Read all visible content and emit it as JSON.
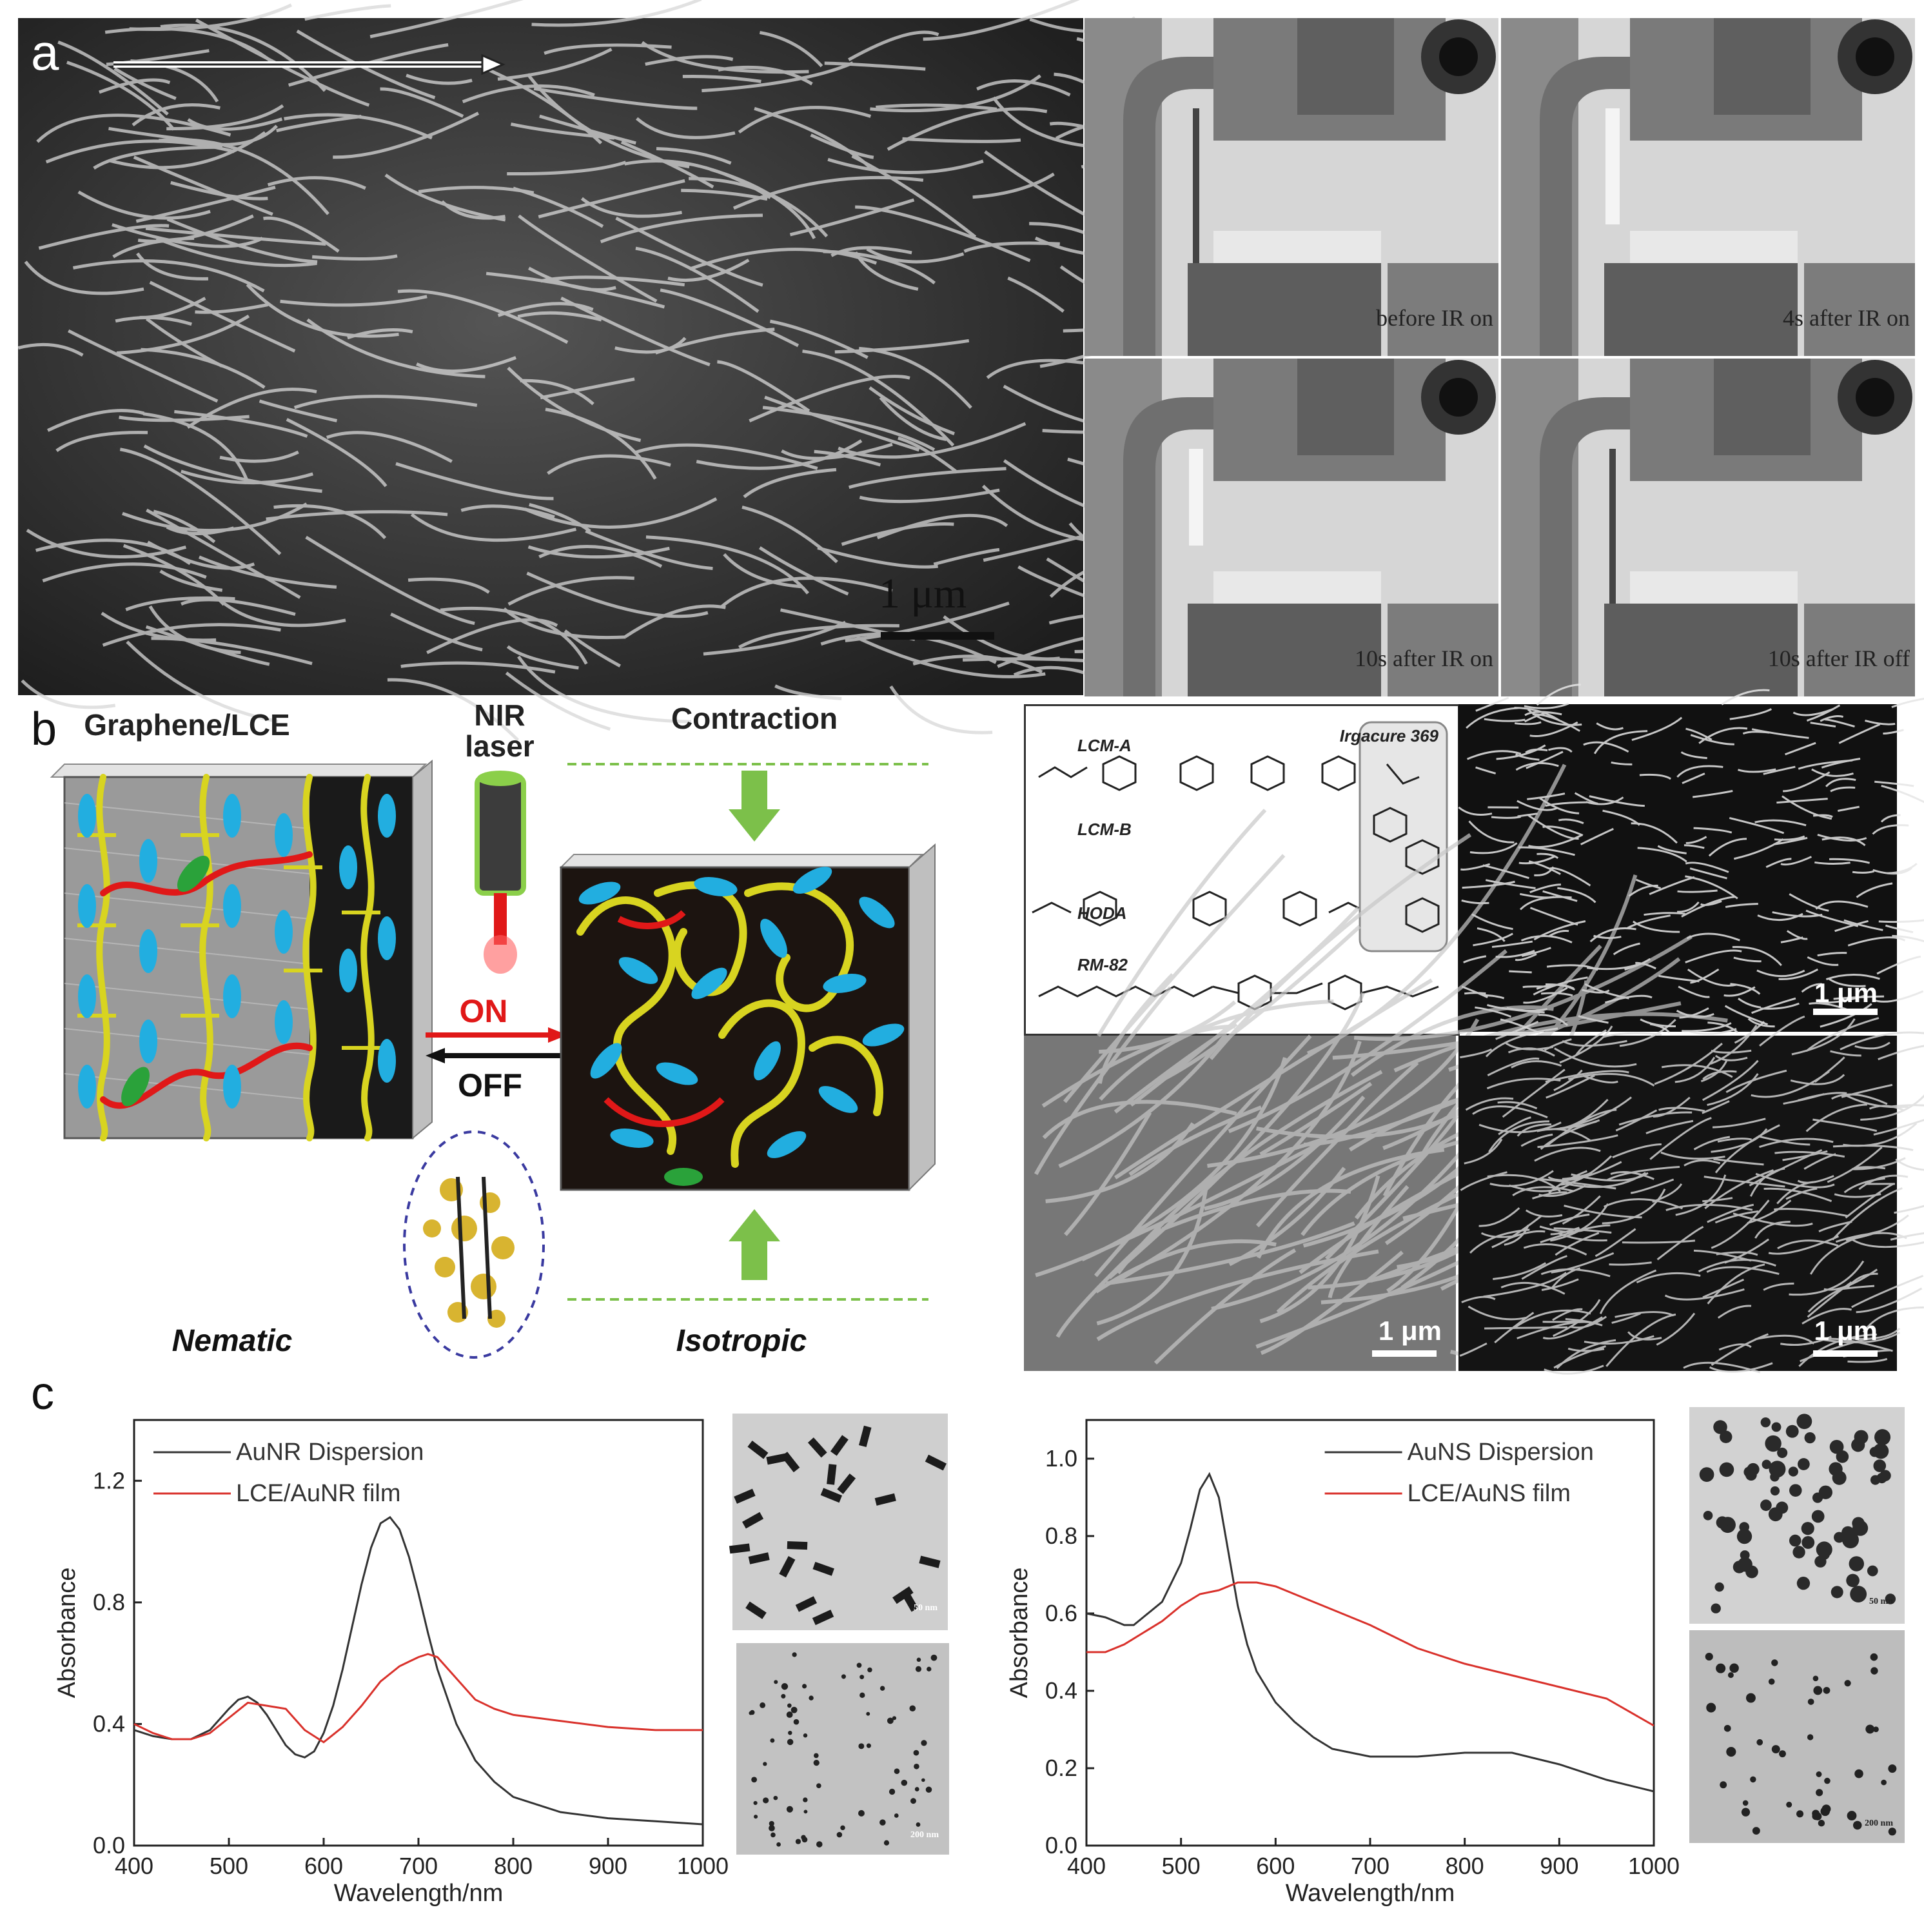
{
  "panel_labels": {
    "a": "a",
    "b": "b",
    "c": "c"
  },
  "panel_a": {
    "sem_scale": "1 μm",
    "photo_captions": [
      "before IR on",
      "4s after IR on",
      "10s after IR on",
      "10s after IR off"
    ]
  },
  "panel_b": {
    "schematic": {
      "title_left": "Graphene/LCE",
      "nir_label_1": "NIR",
      "nir_label_2": "laser",
      "title_right": "Contraction",
      "on_label": "ON",
      "off_label": "OFF",
      "state_left": "Nematic",
      "state_right": "Isotropic"
    },
    "chemistry": {
      "lcm_a": "LCM-A",
      "lcm_b": "LCM-B",
      "hoda": "HODA",
      "rm82": "RM-82",
      "irgacure": "Irgacure 369"
    },
    "sem_scales": [
      "1 μm",
      "1 μm",
      "1 μm"
    ]
  },
  "chart_data": [
    {
      "type": "line",
      "xlabel": "Wavelength/nm",
      "ylabel": "Absorbance",
      "xlim": [
        400,
        1000
      ],
      "ylim": [
        0.0,
        1.4
      ],
      "xticks": [
        400,
        500,
        600,
        700,
        800,
        900,
        1000
      ],
      "yticks": [
        0.0,
        0.4,
        0.8,
        1.2
      ],
      "legend_position": "top-left",
      "series": [
        {
          "name": "AuNR Dispersion",
          "color": "#333333",
          "x": [
            400,
            420,
            440,
            460,
            480,
            500,
            510,
            520,
            530,
            540,
            550,
            560,
            570,
            580,
            590,
            600,
            610,
            620,
            630,
            640,
            650,
            660,
            670,
            680,
            690,
            700,
            710,
            720,
            740,
            760,
            780,
            800,
            850,
            900,
            950,
            1000
          ],
          "y": [
            0.38,
            0.36,
            0.35,
            0.35,
            0.38,
            0.45,
            0.48,
            0.49,
            0.47,
            0.43,
            0.38,
            0.33,
            0.3,
            0.29,
            0.31,
            0.37,
            0.46,
            0.58,
            0.72,
            0.86,
            0.98,
            1.06,
            1.08,
            1.04,
            0.95,
            0.83,
            0.7,
            0.58,
            0.4,
            0.28,
            0.21,
            0.16,
            0.11,
            0.09,
            0.08,
            0.07
          ]
        },
        {
          "name": "LCE/AuNR film",
          "color": "#d9312b",
          "x": [
            400,
            420,
            440,
            460,
            480,
            500,
            520,
            540,
            560,
            580,
            600,
            620,
            640,
            660,
            680,
            700,
            710,
            720,
            740,
            760,
            780,
            800,
            850,
            900,
            950,
            1000
          ],
          "y": [
            0.4,
            0.37,
            0.35,
            0.35,
            0.37,
            0.42,
            0.47,
            0.46,
            0.45,
            0.38,
            0.34,
            0.39,
            0.46,
            0.54,
            0.59,
            0.62,
            0.63,
            0.62,
            0.55,
            0.48,
            0.45,
            0.43,
            0.41,
            0.39,
            0.38,
            0.38
          ]
        }
      ]
    },
    {
      "type": "line",
      "xlabel": "Wavelength/nm",
      "ylabel": "Absorbance",
      "xlim": [
        400,
        1000
      ],
      "ylim": [
        0.0,
        1.1
      ],
      "xticks": [
        400,
        500,
        600,
        700,
        800,
        900,
        1000
      ],
      "yticks": [
        0.0,
        0.2,
        0.4,
        0.6,
        0.8,
        1.0
      ],
      "legend_position": "top-right",
      "series": [
        {
          "name": "AuNS Dispersion",
          "color": "#333333",
          "x": [
            400,
            420,
            440,
            450,
            460,
            480,
            500,
            510,
            520,
            530,
            540,
            550,
            560,
            570,
            580,
            600,
            620,
            640,
            660,
            680,
            700,
            750,
            800,
            850,
            900,
            950,
            1000
          ],
          "y": [
            0.6,
            0.59,
            0.57,
            0.57,
            0.59,
            0.63,
            0.73,
            0.82,
            0.92,
            0.96,
            0.9,
            0.76,
            0.62,
            0.52,
            0.45,
            0.37,
            0.32,
            0.28,
            0.25,
            0.24,
            0.23,
            0.23,
            0.24,
            0.24,
            0.21,
            0.17,
            0.14
          ]
        },
        {
          "name": "LCE/AuNS film",
          "color": "#d9312b",
          "x": [
            400,
            420,
            440,
            460,
            480,
            500,
            520,
            540,
            560,
            580,
            600,
            620,
            650,
            700,
            750,
            800,
            850,
            900,
            950,
            1000
          ],
          "y": [
            0.5,
            0.5,
            0.52,
            0.55,
            0.58,
            0.62,
            0.65,
            0.66,
            0.68,
            0.68,
            0.67,
            0.65,
            0.62,
            0.57,
            0.51,
            0.47,
            0.44,
            0.41,
            0.38,
            0.31
          ]
        }
      ]
    }
  ],
  "panel_c": {
    "tem_scales": [
      "50 nm",
      "200 nm",
      "50 nm",
      "200 nm"
    ]
  }
}
